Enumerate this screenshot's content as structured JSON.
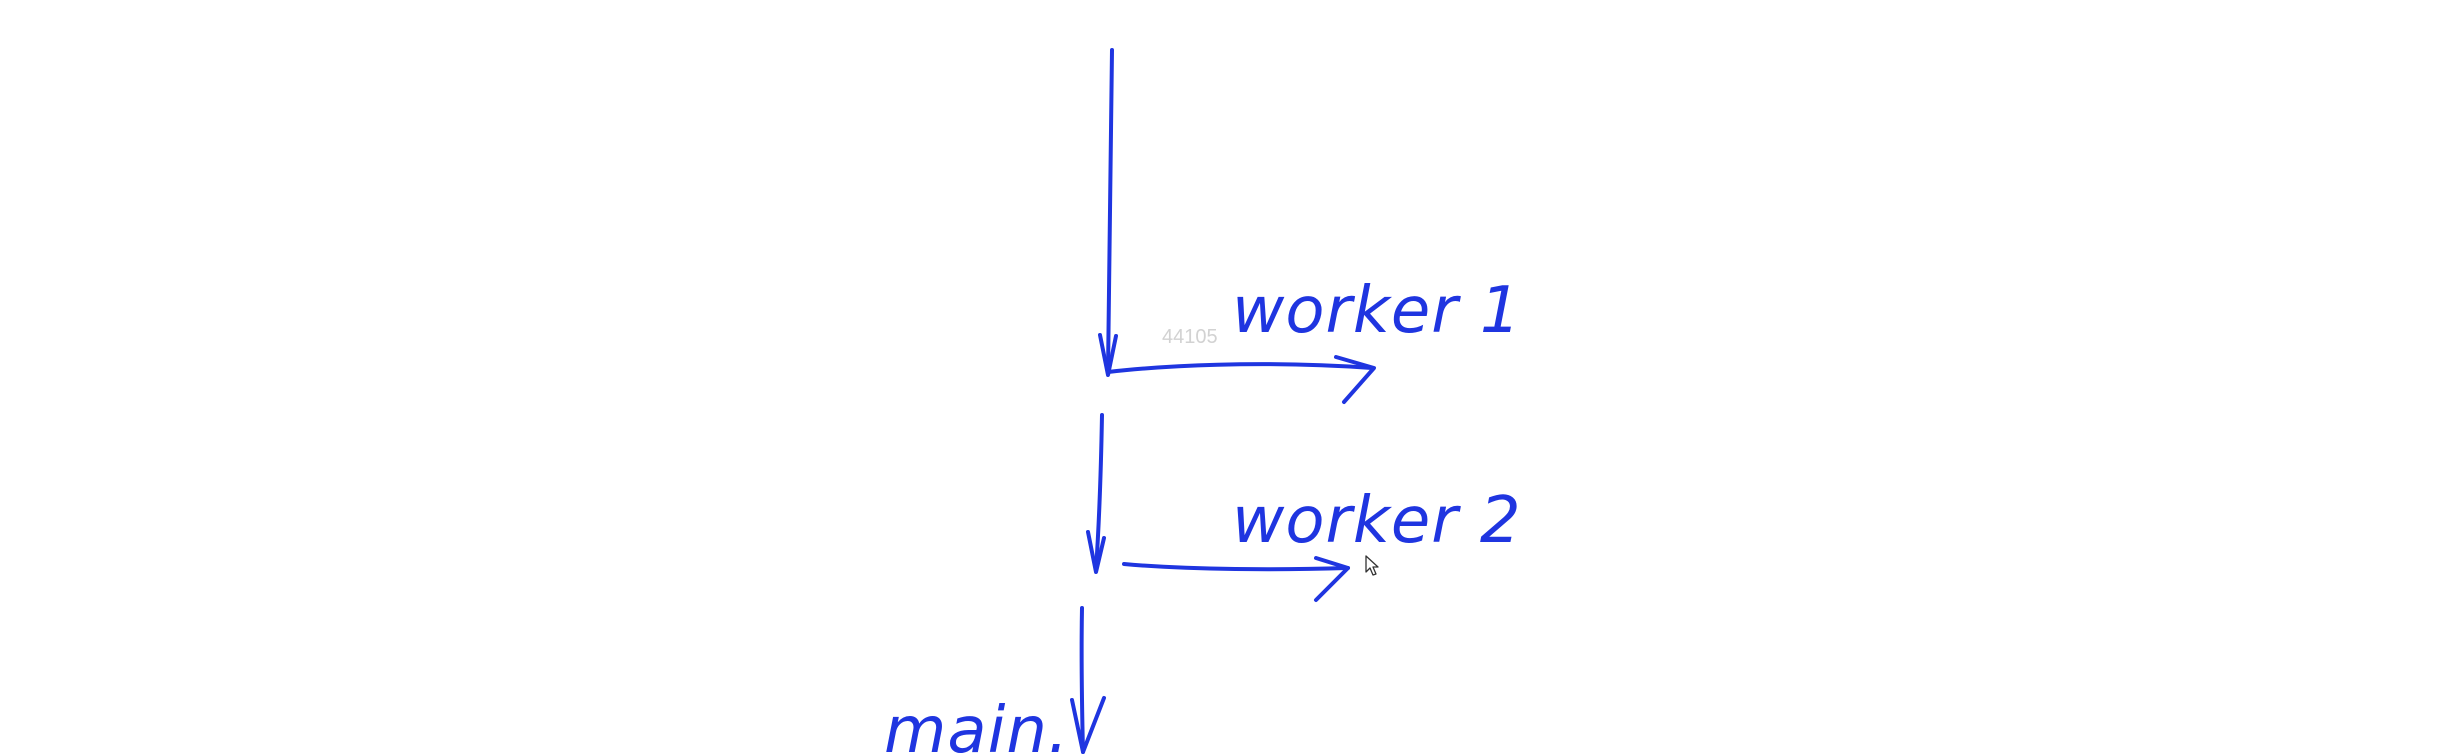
{
  "canvas": {
    "background": "#ffffff",
    "ink_color": "#1f35e0",
    "watermark_color": "#d2d2d2"
  },
  "labels": {
    "worker1": "worker 1",
    "worker2": "worker 2",
    "main": "main."
  },
  "watermark": "44105",
  "cursor": {
    "icon": "mouse-pointer-icon"
  }
}
